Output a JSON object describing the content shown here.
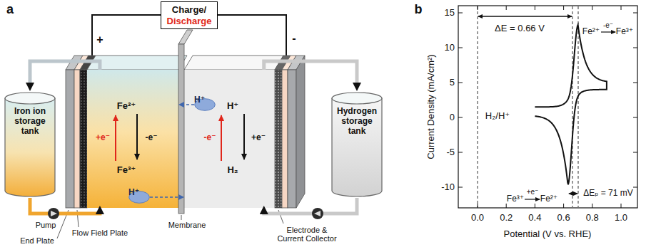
{
  "diagram": {
    "nodes": [
      {
        "text": [
          "Charge/",
          "Discharge"
        ]
      },
      {
        "text": [
          "Iron ion storage tank"
        ]
      },
      {
        "text": [
          "Fe²⁺",
          "+e⁻",
          "-e⁻",
          "Fe³⁺"
        ]
      },
      {
        "text": [
          "H⁺"
        ],
        "in": 2
      },
      {
        "text": [
          "H⁺",
          "-e⁻",
          "+e⁻",
          "H₂"
        ]
      },
      {
        "text": [
          "H⁺"
        ],
        "in": 4
      },
      {
        "text": [
          "Hydrogen storage tank"
        ]
      }
    ],
    "edges": [
      {
        "from": 2,
        "to": 1,
        "arrow": "to"
      },
      {
        "from": 1,
        "to": 2,
        "arrow": "to"
      },
      {
        "from": 4,
        "to": 6,
        "arrow": "to"
      },
      {
        "from": 6,
        "to": 4,
        "arrow": "to"
      },
      {
        "from": 5,
        "to": 2,
        "arrow": "to"
      },
      {
        "from": 3,
        "to": 4,
        "arrow": "to"
      }
    ],
    "labels": [
      "a",
      "+",
      "-",
      "Membrane",
      "Pump",
      "Flow Field Plate",
      "End Plate",
      "Electrode & Current Collector",
      "b",
      "ΔE = 0.66 V",
      "H₂/H⁺",
      "Fe²⁺",
      "-e⁻",
      "Fe³⁺",
      "Fe³⁺",
      "+e⁻",
      "Fe²⁺",
      "ΔEₚ = 71 mV",
      "-10",
      "-5",
      "0",
      "5",
      "10",
      "15",
      "0.0",
      "0.2",
      "0.4",
      "0.6",
      "0.8",
      "1.0",
      "Current Density (mA/cm²)",
      "Potential (V vs. RHE)"
    ]
  }
}
